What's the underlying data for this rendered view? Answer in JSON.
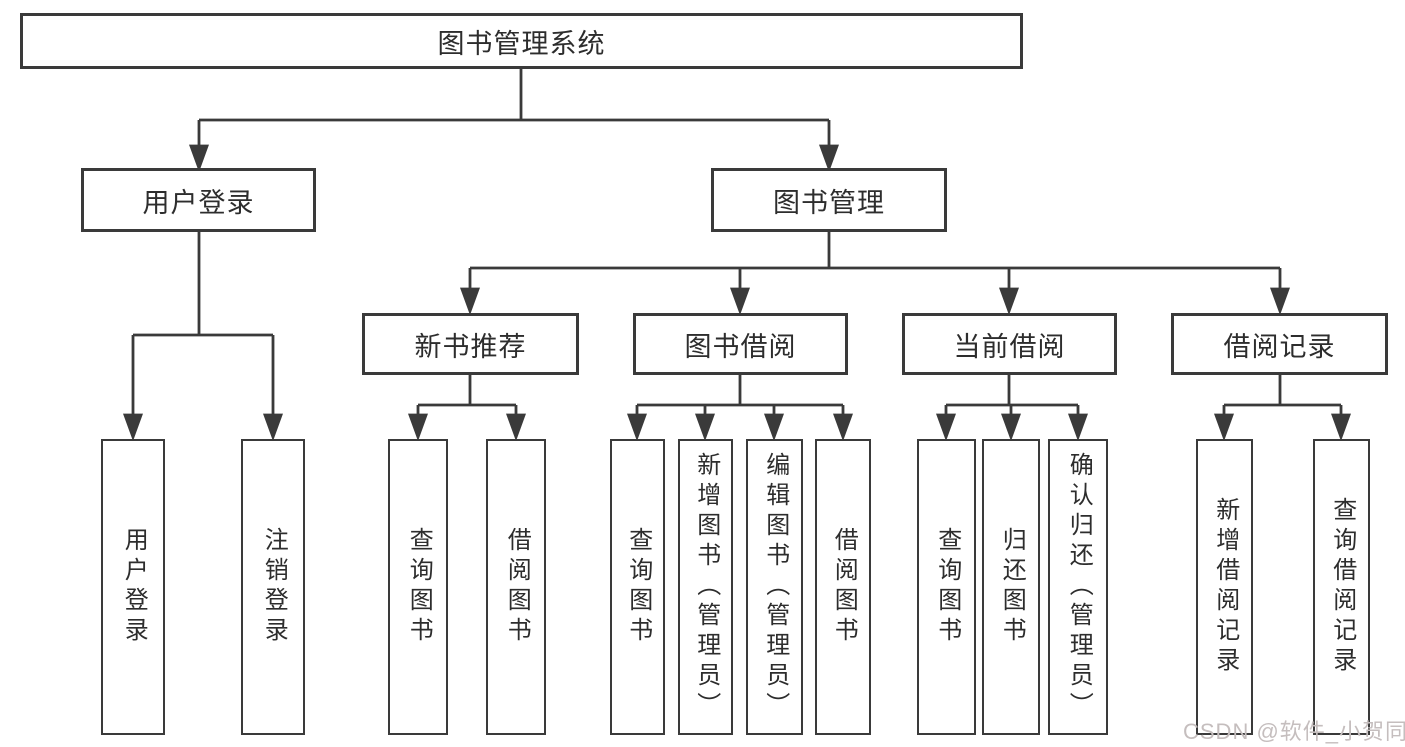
{
  "diagram": {
    "root": {
      "label": "图书管理系统"
    },
    "level2": [
      {
        "label": "用户登录"
      },
      {
        "label": "图书管理"
      }
    ],
    "level3": [
      {
        "label": "新书推荐"
      },
      {
        "label": "图书借阅"
      },
      {
        "label": "当前借阅"
      },
      {
        "label": "借阅记录"
      }
    ],
    "leaves": {
      "user_login": [
        "用户登录",
        "注销登录"
      ],
      "new_book_recommend": [
        "查询图书",
        "借阅图书"
      ],
      "book_borrow": [
        "查询图书",
        "新增图书（管理员）",
        "编辑图书（管理员）",
        "借阅图书"
      ],
      "current_borrow": [
        "查询图书",
        "归还图书",
        "确认归还（管理员）"
      ],
      "borrow_record": [
        "新增借阅记录",
        "查询借阅记录"
      ]
    },
    "colors": {
      "line": "#3a3a3a",
      "box_border": "#3a3a3a",
      "text": "#2d2d2d",
      "background": "#ffffff",
      "watermark": "#c5bebe"
    }
  },
  "watermark": {
    "text": "CSDN @软件_小贺同学"
  }
}
